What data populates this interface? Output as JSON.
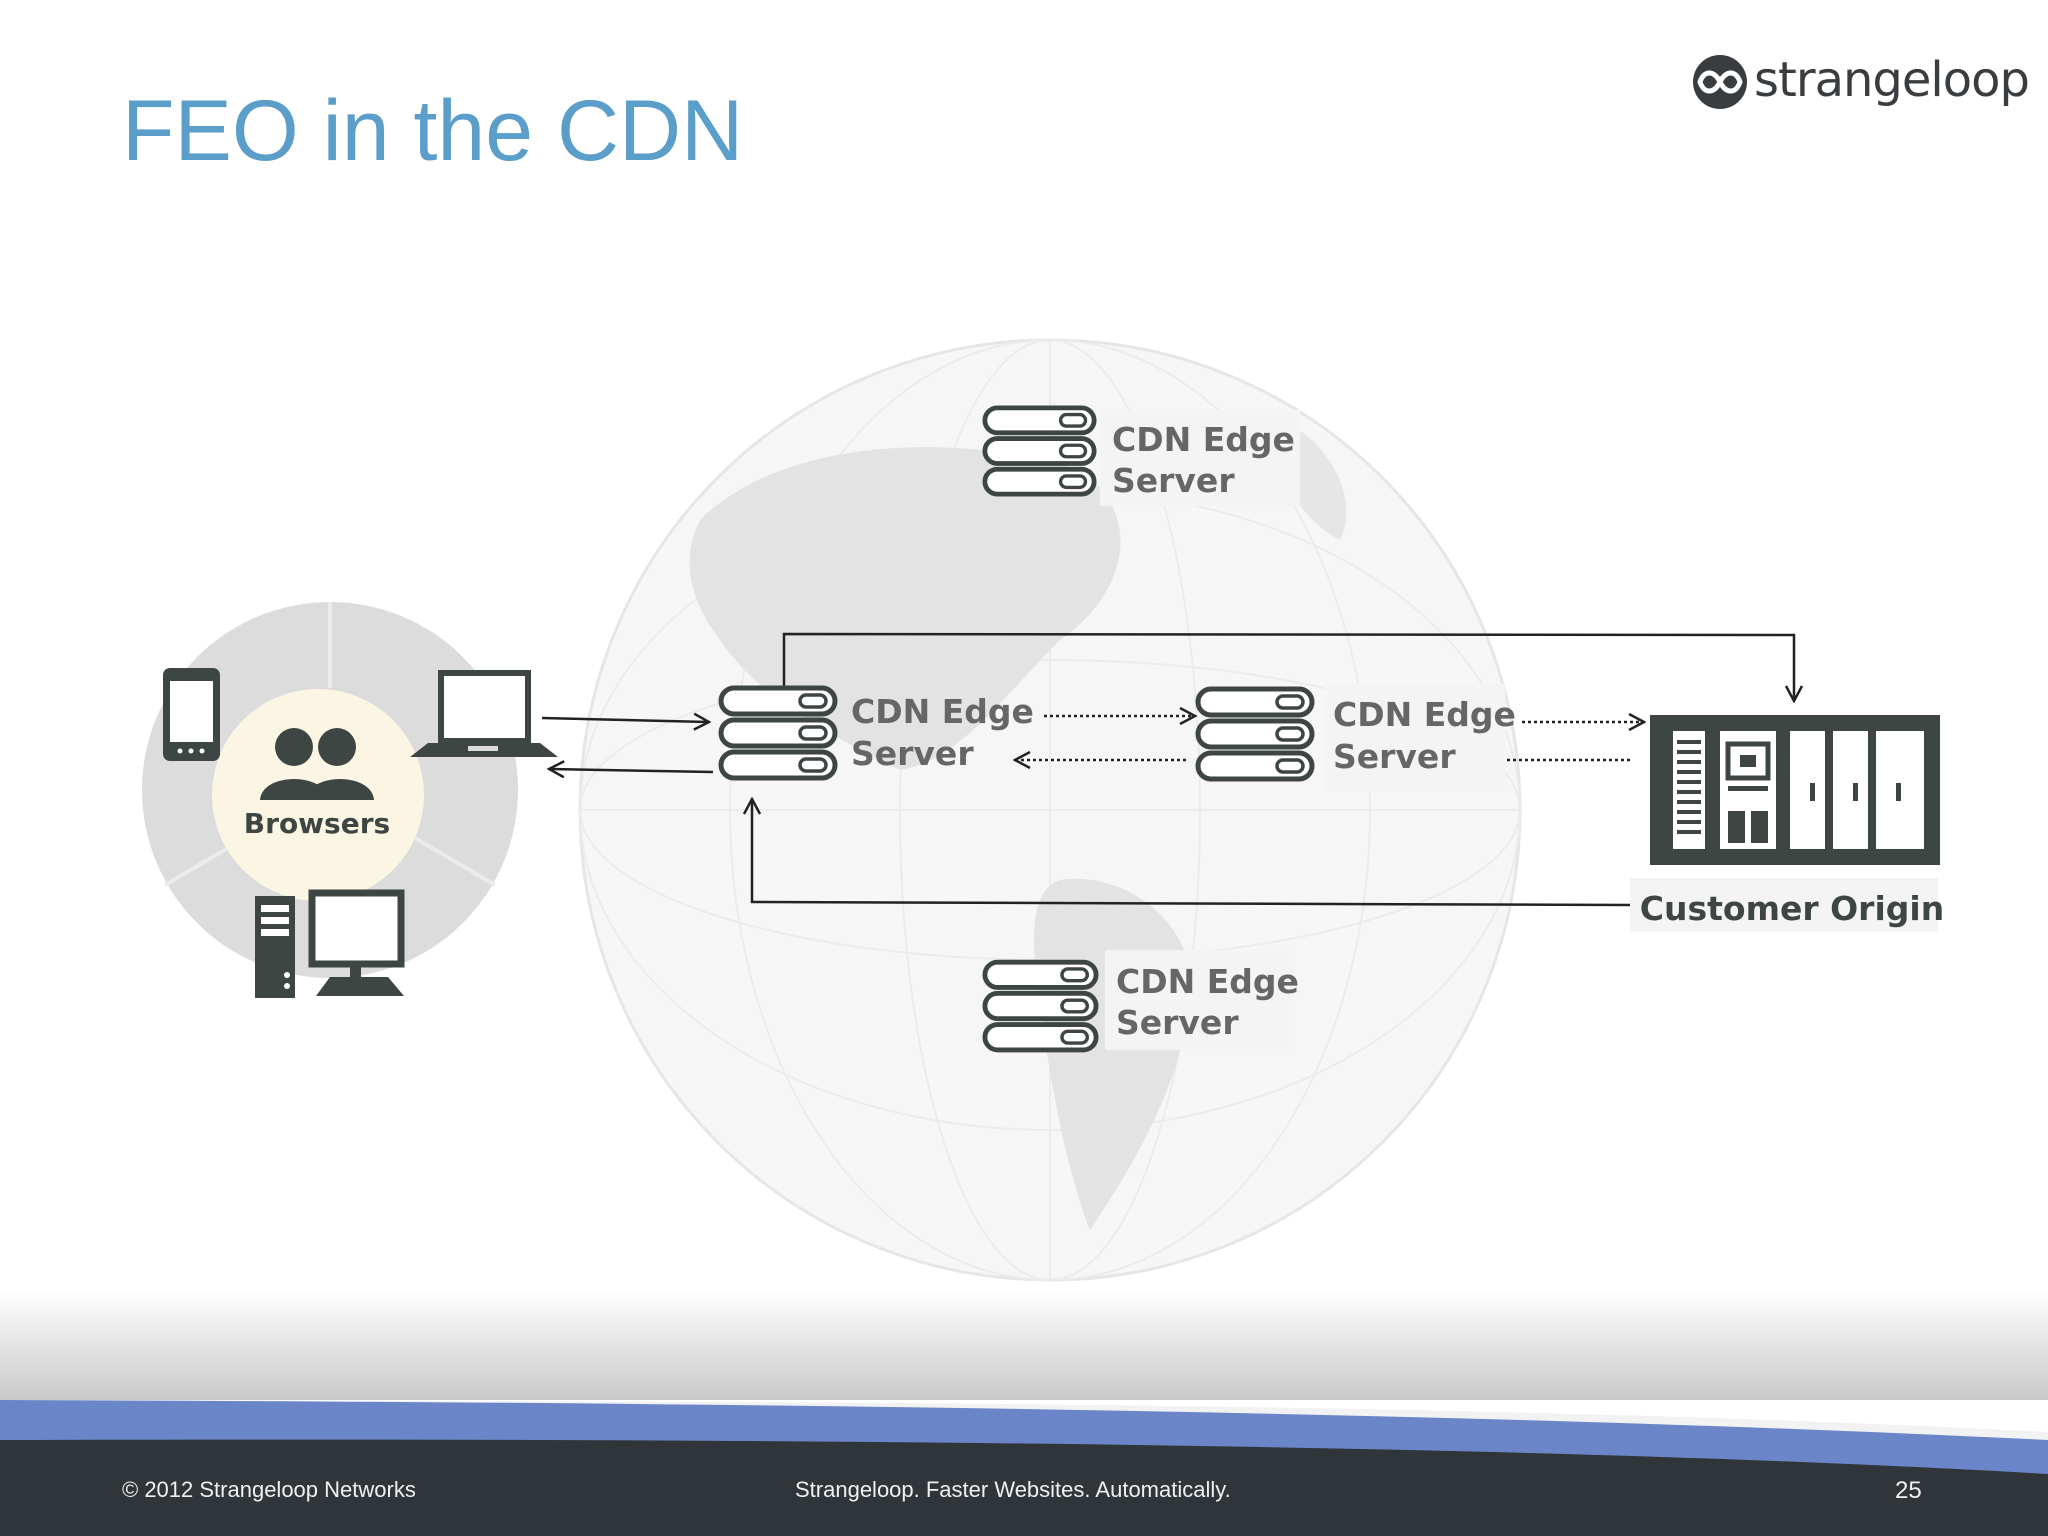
{
  "slide": {
    "title": "FEO in the CDN",
    "logo_text": "strangeloop",
    "logo_icon": "infinity-loop-icon"
  },
  "diagram": {
    "browsers_label": "Browsers",
    "edge_servers": [
      {
        "line1": "CDN Edge",
        "line2": "Server"
      },
      {
        "line1": "CDN Edge",
        "line2": "Server"
      },
      {
        "line1": "CDN Edge",
        "line2": "Server"
      },
      {
        "line1": "CDN Edge",
        "line2": "Server"
      }
    ],
    "origin_label": "Customer Origin"
  },
  "footer": {
    "copyright": "© 2012 Strangeloop Networks",
    "tagline": "Strangeloop. Faster Websites. Automatically.",
    "page_number": "25"
  },
  "colors": {
    "title": "#5a9ec9",
    "icon_dark": "#3d4643",
    "footer_dark": "#2f3538",
    "footer_blue": "#6a86c8"
  }
}
